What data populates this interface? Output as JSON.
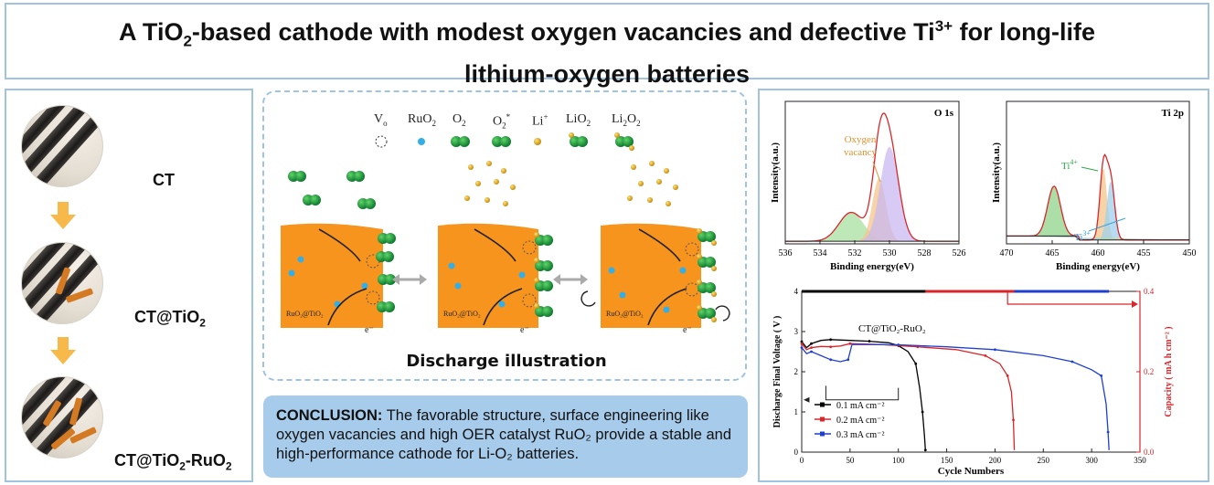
{
  "title": {
    "line1_pre": "A TiO",
    "line1_sub": "2",
    "line1_mid": "-based cathode with modest oxygen vacancies and defective Ti",
    "line1_sup": "3+",
    "line1_post": " for long-life",
    "line2": "lithium-oxygen batteries"
  },
  "left": {
    "label_ct": "CT",
    "label_ct_tio2_pre": "CT@TiO",
    "label_ct_tio2_sub": "2",
    "label_ru_pre": "CT@TiO",
    "label_ru_sub": "2",
    "label_ru_post": "-RuO",
    "label_ru_sub2": "2"
  },
  "scheme": {
    "legend": {
      "vo": "V",
      "vo_sub": "o",
      "ruo2": "RuO",
      "ruo2_sub": "2",
      "o2": "O",
      "o2_sub": "2",
      "o2s": "O",
      "o2s_sub": "2",
      "o2s_sup": "*",
      "li": "Li",
      "li_sup": "+",
      "lio2": "LiO",
      "lio2_sub": "2",
      "li2o2": "Li",
      "li2o2_sub": "2",
      "li2o2_mid": "O",
      "li2o2_sub2": "2"
    },
    "block_label": "RuO₂@TiO₂",
    "electron": "e⁻",
    "caption": "Discharge illustration"
  },
  "conclusion": {
    "heading": "CONCLUSION:",
    "text": " The favorable structure, surface engineering like oxygen vacancies and high OER catalyst RuO₂ provide a stable and high-performance cathode for Li-O₂ batteries."
  },
  "colors": {
    "accent_border": "#9fc3e0",
    "conclusion_bg": "#a7cbeb",
    "substrate": "#f7941d",
    "envelope": "#d9262b",
    "series_black": "#000000",
    "series_red": "#d9262b",
    "series_blue": "#1f3fd1"
  },
  "chart_data": [
    {
      "type": "line",
      "title": "O 1s",
      "xlabel": "Binding energy(eV)",
      "ylabel": "Intensity(a.u.)",
      "xlim": [
        536,
        526
      ],
      "x_ticks": [
        "536",
        "534",
        "532",
        "530",
        "528",
        "526"
      ],
      "annotation": "Oxygen vacancy",
      "peaks": [
        {
          "center": 532.2,
          "height": 0.22,
          "width": 1.0,
          "color": "#a8e0a0"
        },
        {
          "center": 530.6,
          "height": 0.48,
          "width": 0.55,
          "color": "#f5c48a"
        },
        {
          "center": 530.0,
          "height": 0.72,
          "width": 0.75,
          "color": "#c9b8f0"
        }
      ]
    },
    {
      "type": "line",
      "title": "Ti 2p",
      "xlabel": "Binding energy(eV)",
      "ylabel": "Intensity(a.u.)",
      "xlim": [
        470,
        450
      ],
      "x_ticks": [
        "470",
        "465",
        "460",
        "455",
        "450"
      ],
      "annotations": [
        {
          "text": "Ti",
          "sup": "4+"
        },
        {
          "text": "Ti",
          "sup": "3+"
        }
      ],
      "peaks": [
        {
          "center": 464.8,
          "height": 0.38,
          "width": 1.0,
          "color": "#8fd48a"
        },
        {
          "center": 459.4,
          "height": 0.55,
          "width": 0.55,
          "color": "#f5c48a"
        },
        {
          "center": 458.6,
          "height": 0.45,
          "width": 0.6,
          "color": "#9fd0ee"
        }
      ]
    },
    {
      "type": "line",
      "xlabel": "Cycle Numbers",
      "ylabel": "Discharge Final Voltage ( V )",
      "ylabel2": "Capacity ( mA h cm⁻² )",
      "xlim": [
        0,
        350
      ],
      "ylim": [
        0,
        4
      ],
      "y2lim": [
        0,
        0.4
      ],
      "x_ticks": [
        "0",
        "50",
        "100",
        "150",
        "200",
        "250",
        "300",
        "350"
      ],
      "y_ticks": [
        "0",
        "1",
        "2",
        "3",
        "4"
      ],
      "y2_ticks": [
        "0.0",
        "0.2",
        "0.4"
      ],
      "sample_label": "CT@TiO₂-RuO₂",
      "series": [
        {
          "name": "0.1 mA cm⁻²",
          "color": "#000000",
          "x": [
            0,
            5,
            10,
            20,
            30,
            50,
            70,
            90,
            100,
            110,
            118,
            122,
            125,
            127,
            128
          ],
          "y": [
            2.75,
            2.6,
            2.7,
            2.78,
            2.8,
            2.78,
            2.76,
            2.72,
            2.65,
            2.5,
            2.2,
            1.6,
            1.0,
            0.4,
            0.05
          ],
          "capacity_end": 128
        },
        {
          "name": "0.2 mA cm⁻²",
          "color": "#d9262b",
          "x": [
            0,
            5,
            10,
            20,
            30,
            40,
            50,
            80,
            120,
            160,
            190,
            205,
            213,
            217,
            219,
            220
          ],
          "y": [
            2.7,
            2.55,
            2.6,
            2.63,
            2.62,
            2.64,
            2.7,
            2.68,
            2.62,
            2.55,
            2.4,
            2.2,
            1.9,
            1.5,
            0.8,
            0.05
          ],
          "capacity_end": 220
        },
        {
          "name": "0.3 mA cm⁻²",
          "color": "#1f3fd1",
          "x": [
            0,
            5,
            10,
            20,
            30,
            40,
            48,
            52,
            100,
            150,
            200,
            250,
            280,
            300,
            310,
            315,
            317,
            318
          ],
          "y": [
            2.6,
            2.45,
            2.5,
            2.4,
            2.3,
            2.25,
            2.3,
            2.68,
            2.67,
            2.62,
            2.55,
            2.4,
            2.25,
            2.05,
            1.9,
            1.2,
            0.5,
            0.05
          ],
          "capacity_end": 318
        }
      ]
    }
  ]
}
